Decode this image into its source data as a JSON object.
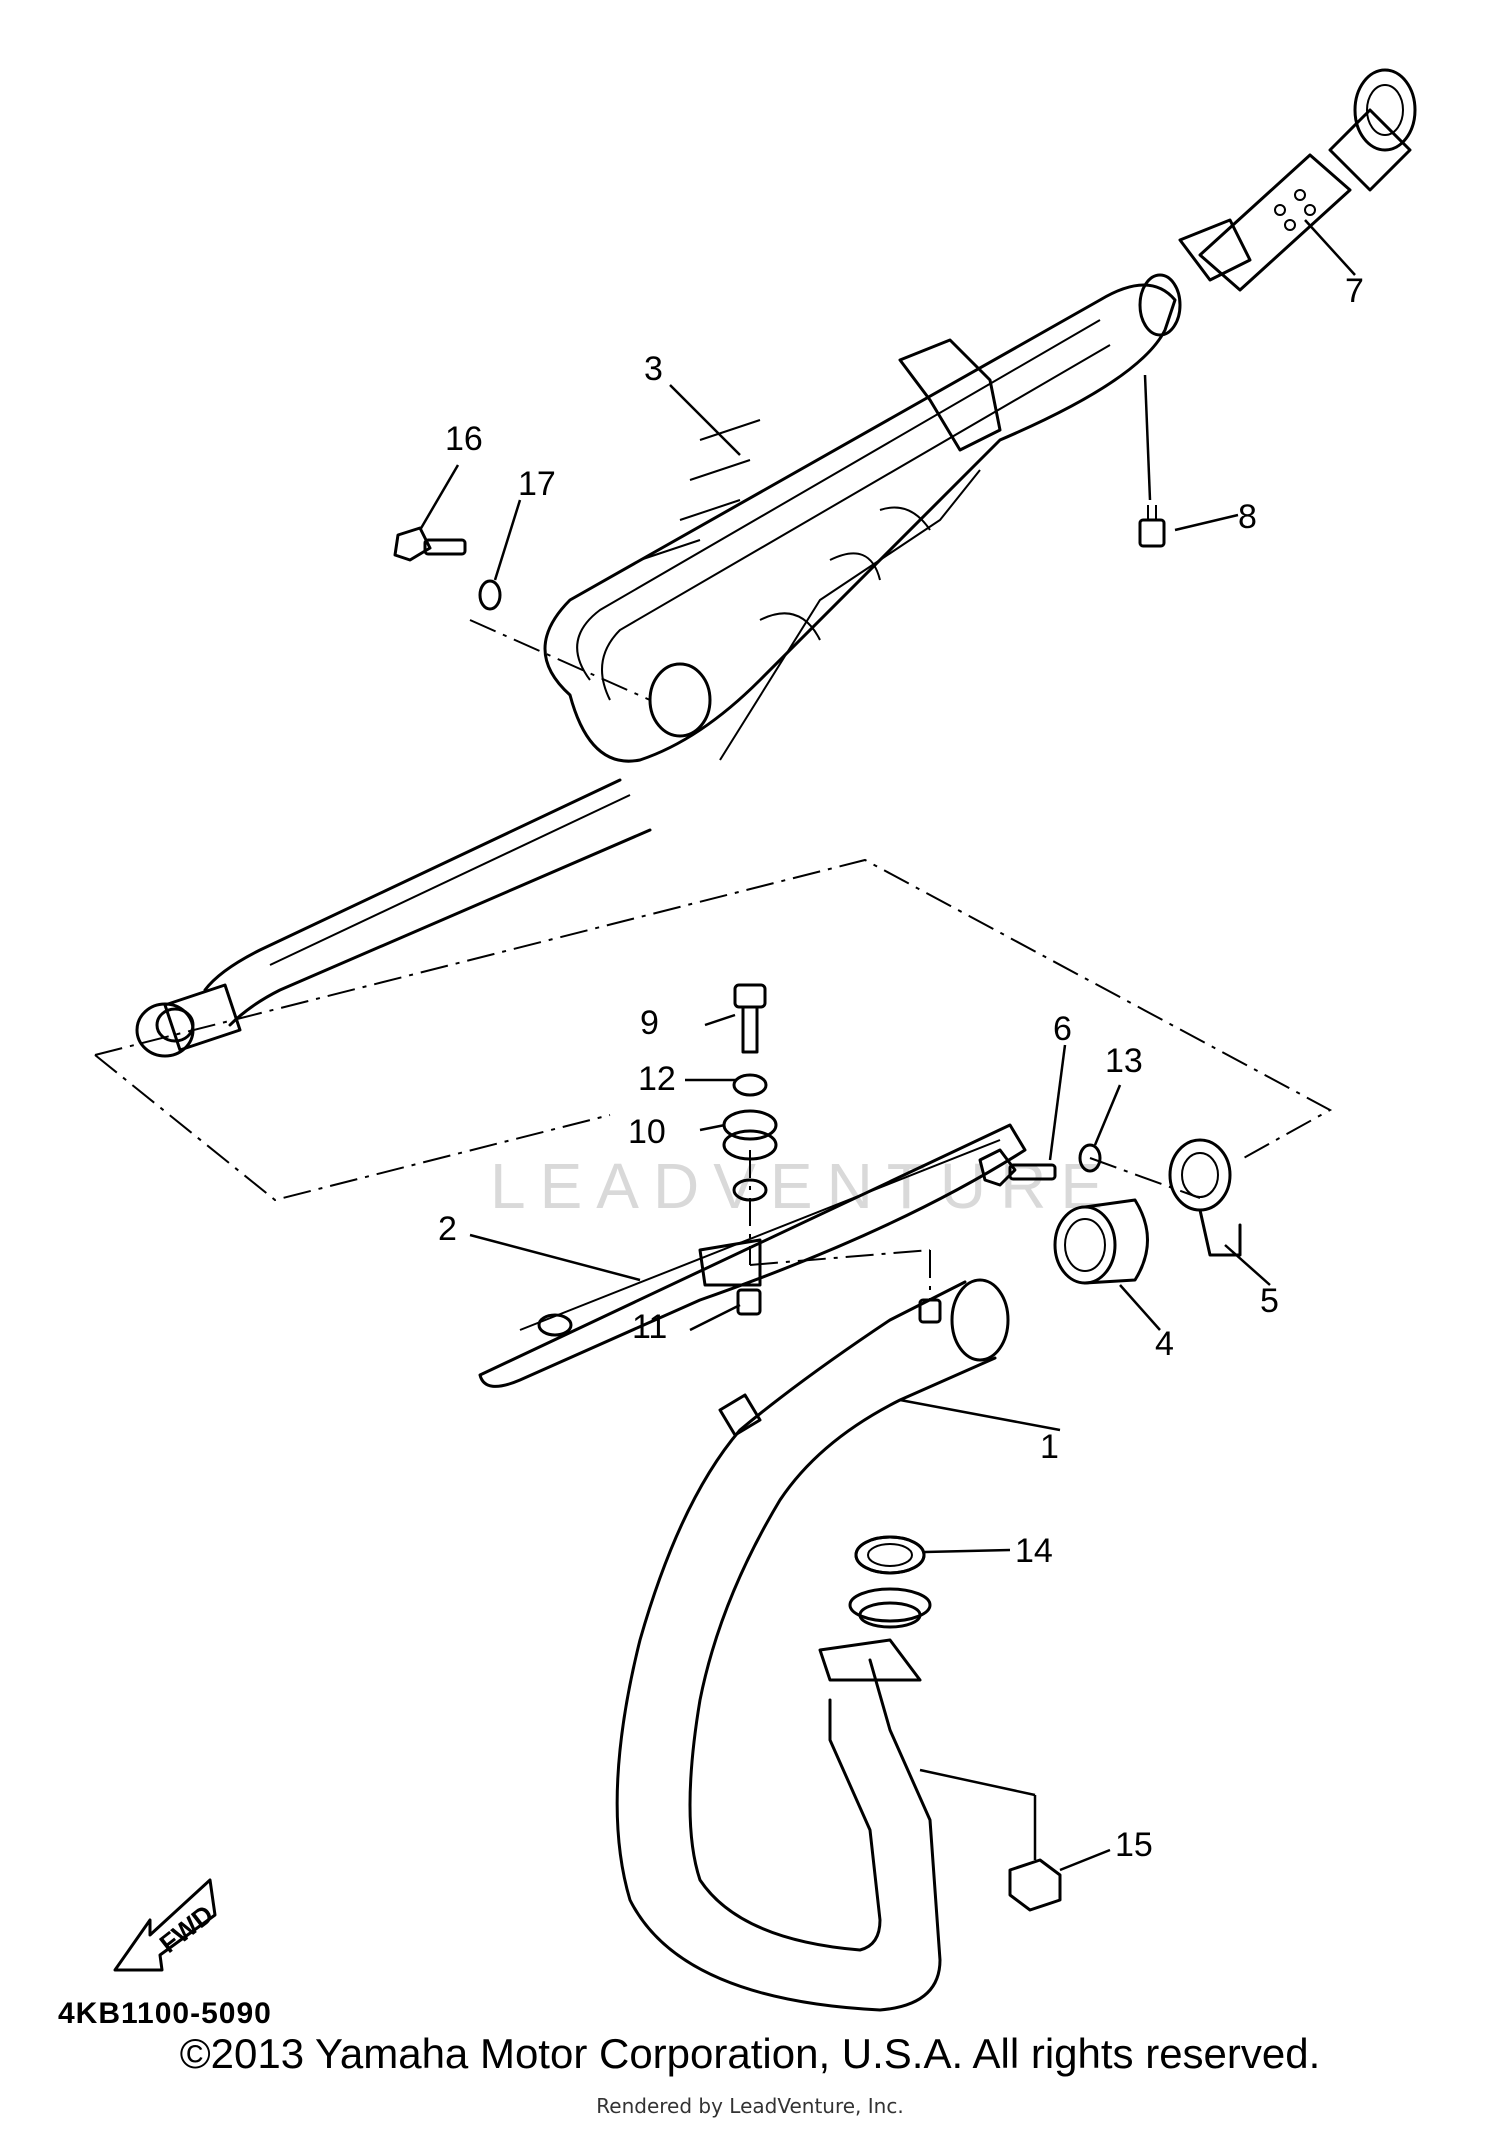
{
  "diagram": {
    "part_number_code": "4KB1100-5090",
    "fwd_label": "FWD",
    "watermark": "LEADVENTURE",
    "callouts": [
      "1",
      "2",
      "3",
      "4",
      "5",
      "6",
      "7",
      "8",
      "9",
      "10",
      "11",
      "12",
      "13",
      "14",
      "15",
      "16",
      "17"
    ]
  },
  "footer": {
    "copyright": "©2013 Yamaha Motor Corporation, U.S.A. All rights reserved.",
    "rendered_by": "Rendered by LeadVenture, Inc."
  }
}
